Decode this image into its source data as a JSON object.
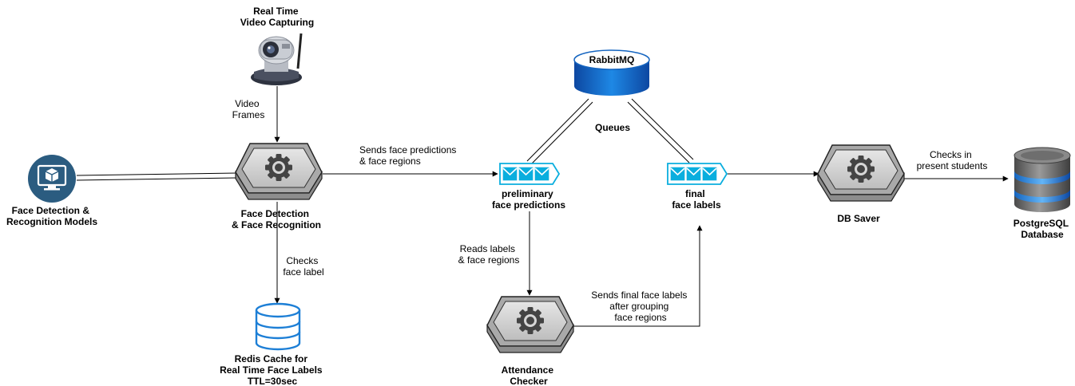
{
  "nodes": {
    "camera": {
      "label_lines": [
        "Real Time",
        "Video Capturing"
      ]
    },
    "models": {
      "label_lines": [
        "Face Detection &",
        "Recognition Models"
      ]
    },
    "face_detection": {
      "label_lines": [
        "Face Detection",
        "& Face Recognition"
      ]
    },
    "redis": {
      "label_lines": [
        "Redis Cache for",
        "Real Time Face Labels",
        "TTL=30sec"
      ]
    },
    "rabbitmq": {
      "label": "RabbitMQ"
    },
    "queues_label": "Queues",
    "preliminary_queue": {
      "label_lines": [
        "preliminary",
        "face predictions"
      ]
    },
    "final_queue": {
      "label_lines": [
        "final",
        "face labels"
      ]
    },
    "attendance_checker": {
      "label_lines": [
        "Attendance",
        "Checker"
      ]
    },
    "db_saver": {
      "label": "DB Saver"
    },
    "postgres": {
      "label_lines": [
        "PostgreSQL",
        "Database"
      ]
    }
  },
  "edges": {
    "video_frames": [
      "Video",
      "Frames"
    ],
    "sends_predictions": [
      "Sends face predictions",
      "& face regions"
    ],
    "checks_face_label": [
      "Checks",
      "face label"
    ],
    "reads_labels": [
      "Reads labels",
      "& face regions"
    ],
    "sends_final": [
      "Sends final face labels",
      "after grouping",
      "face regions"
    ],
    "checks_in": [
      "Checks in",
      "present students"
    ]
  },
  "colors": {
    "queue_cyan": "#0aaede",
    "rabbit_blue": "#1565c0",
    "models_circle": "#2b5c80",
    "processor_gray": "#c8c8c8",
    "redis_blue": "#1d7fd6",
    "db_gray": "#5f5f5f"
  }
}
